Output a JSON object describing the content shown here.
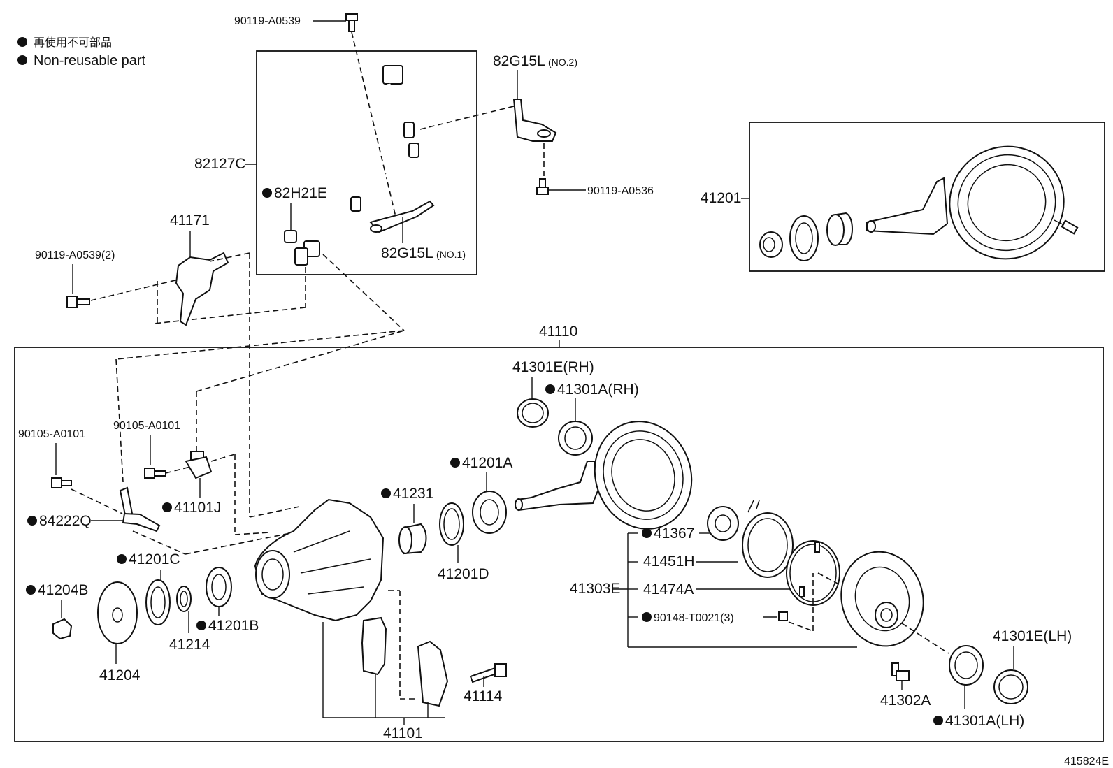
{
  "legend": {
    "japanese": "再使用不可部品",
    "english": "Non-reusable part"
  },
  "figure_id": "415824E",
  "labels": {
    "p90119_A0539_top": "90119-A0539",
    "p82G15L_no2": "82G15L",
    "p82G15L_no2_sub": "(NO.2)",
    "p82127C": "82127C",
    "p82H21E": "82H21E",
    "p90119_A0536": "90119-A0536",
    "p82G15L_no1": "82G15L",
    "p82G15L_no1_sub": "(NO.1)",
    "p41171": "41171",
    "p90119_A0539_2": "90119-A0539(2)",
    "p41201": "41201",
    "p41110": "41110",
    "p41301E_RH": "41301E(RH)",
    "p41301A_RH": "41301A(RH)",
    "p90105_A0101_a": "90105-A0101",
    "p90105_A0101_b": "90105-A0101",
    "p41201A": "41201A",
    "p41231": "41231",
    "p41101J": "41101J",
    "p84222Q": "84222Q",
    "p41201C": "41201C",
    "p41204B": "41204B",
    "p41201D": "41201D",
    "p41367": "41367",
    "p41451H": "41451H",
    "p41303E": "41303E",
    "p41474A": "41474A",
    "p90148_T0021": "90148-T0021(3)",
    "p41201B": "41201B",
    "p41214": "41214",
    "p41204": "41204",
    "p41114": "41114",
    "p41101": "41101",
    "p41302A": "41302A",
    "p41301E_LH": "41301E(LH)",
    "p41301A_LH": "41301A(LH)"
  }
}
